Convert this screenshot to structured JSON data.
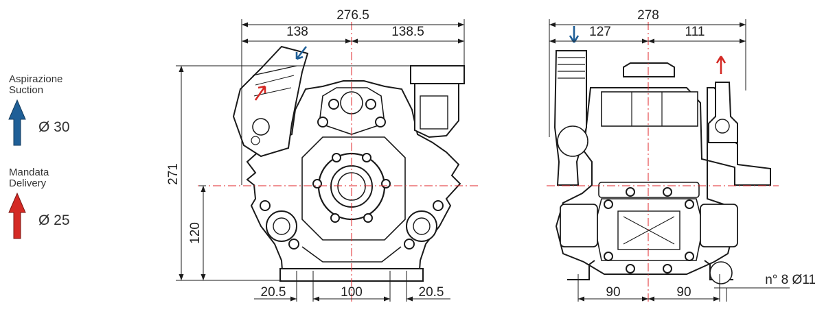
{
  "legend": {
    "suction": {
      "label_it": "Aspirazione",
      "label_en": "Suction",
      "diameter": "Ø 30",
      "color": "#1f5f97"
    },
    "delivery": {
      "label_it": "Mandata",
      "label_en": "Delivery",
      "diameter": "Ø 25",
      "color": "#d42a25"
    }
  },
  "front_view": {
    "overall_width": "276.5",
    "left_width": "138",
    "right_width": "138.5",
    "height": "271",
    "axis_height": "120",
    "foot_left": "20.5",
    "foot_center": "100",
    "foot_right": "20.5"
  },
  "side_view": {
    "overall_width": "278",
    "left_width": "127",
    "right_width": "111",
    "foot_left": "90",
    "foot_right": "90",
    "holes": "n° 8 Ø11"
  },
  "colors": {
    "line": "#1a1a1a",
    "axis": "#e0242a",
    "suction_arrow": "#1f5f97",
    "delivery_arrow": "#d42a25"
  }
}
